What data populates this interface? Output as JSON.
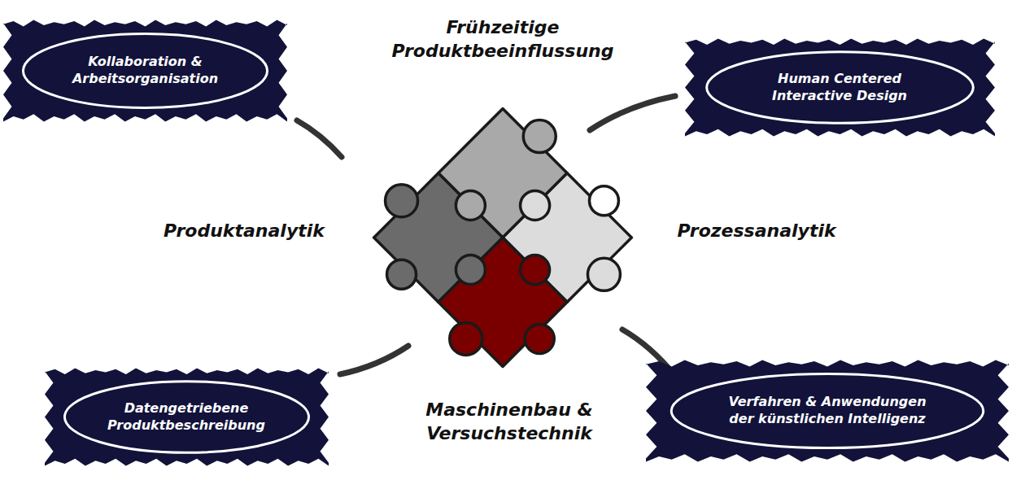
{
  "diagram": {
    "nodes": [
      {
        "text": [
          "Kollaboration & Arbeitsorganisation"
        ]
      },
      {
        "text": [
          "Human Centered Interactive Design"
        ]
      },
      {
        "text": [
          "Datengetriebene Produktbeschreibung"
        ]
      },
      {
        "text": [
          "Verfahren & Anwendungen der künstlichen Intelligenz"
        ]
      }
    ],
    "labels": [
      "Frühzeitige Produktbeeinflussung",
      "Produktanalytik",
      "Prozessanalytik",
      "Maschinenbau & Versuchstechnik"
    ]
  }
}
